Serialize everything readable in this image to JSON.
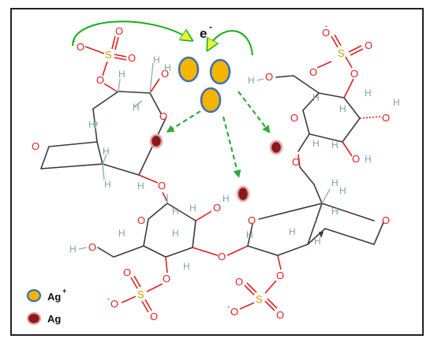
{
  "diagram": {
    "electron_label": "e",
    "electron_charge": "-",
    "atoms": {
      "oxygen": "O",
      "hydrogen": "H",
      "sulfur": "S",
      "minus": "-"
    },
    "legend": {
      "ag_ion_label": "Ag",
      "ag_ion_charge": "+",
      "ag_label": "Ag"
    },
    "colors": {
      "ag_ion_fill": "#f4b400",
      "ag_ion_stroke": "#3b6fb6",
      "ag_fill": "#8b1a1a",
      "ag_stroke": "#e8a8a8",
      "reduction_arrow": "#2eaa3c",
      "electron_arrow": "#12b012",
      "oxygen": "#e02020",
      "hydrogen": "#7fa3a8",
      "sulfur": "#c8a000"
    }
  }
}
